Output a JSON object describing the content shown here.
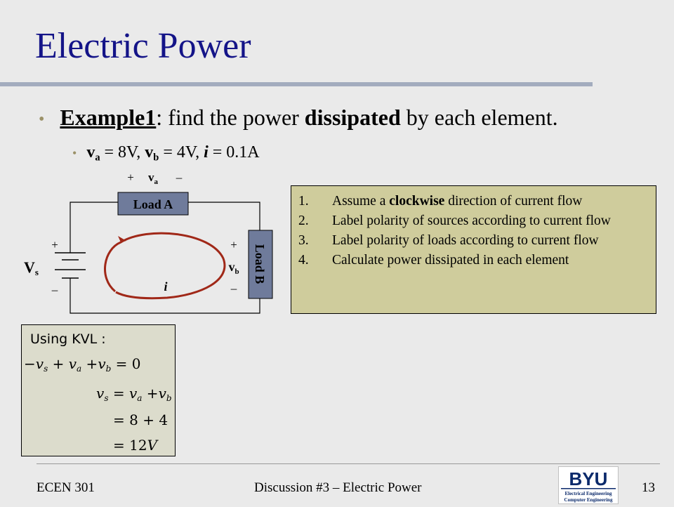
{
  "title": "Electric Power",
  "bullet1": {
    "label": "Example1",
    "text_before": ": find the power ",
    "bold": "dissipated",
    "text_after": " by each element."
  },
  "bullet2": {
    "va": "v",
    "va_sub": "a",
    "va_val": " = 8V, ",
    "vb": "v",
    "vb_sub": "b",
    "vb_val": " = 4V, ",
    "i": "i",
    "i_val": " = 0.1A"
  },
  "circuit": {
    "load_a": "Load A",
    "load_b": "Load B",
    "plus": "+",
    "minus": "–",
    "va_label": "v",
    "va_sub": "a",
    "vb_label": "v",
    "vb_sub": "b",
    "vs_label": "V",
    "vs_sub": "s",
    "current": "i",
    "colors": {
      "load_fill": "#6f7b9b",
      "arrow": "#a02818",
      "wire": "#000000"
    }
  },
  "steps": [
    {
      "num": "1.",
      "pre": "Assume a ",
      "bold": "clockwise",
      "post": " direction of current flow"
    },
    {
      "num": "2.",
      "pre": "Label polarity of sources according to current flow",
      "bold": "",
      "post": ""
    },
    {
      "num": "3.",
      "pre": "Label polarity of loads according to current flow",
      "bold": "",
      "post": ""
    },
    {
      "num": "4.",
      "pre": "Calculate power dissipated in each element",
      "bold": "",
      "post": ""
    }
  ],
  "kvl": {
    "heading": "Using KVL :",
    "eq1": "−v",
    "lines": [
      "−vs + va + vb = 0",
      "vs = va + vb",
      "= 8 + 4",
      "= 12V"
    ]
  },
  "footer": {
    "left": "ECEN 301",
    "center": "Discussion #3 – Electric Power",
    "page": "13"
  },
  "logo": {
    "name": "BYU",
    "line1": "Electrical Engineering",
    "line2": "Computer Engineering",
    "color": "#0b2a6b"
  }
}
